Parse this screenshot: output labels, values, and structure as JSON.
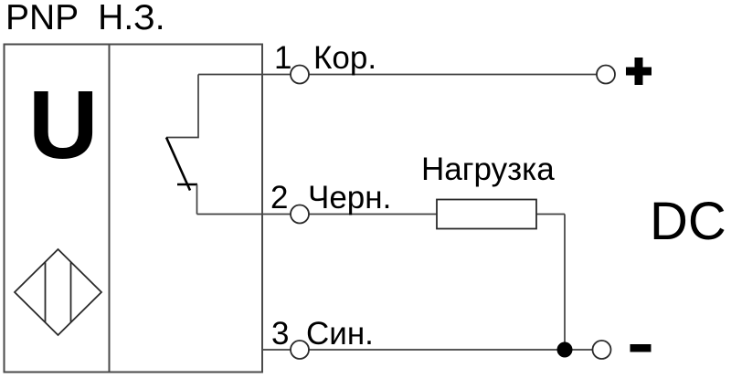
{
  "diagram": {
    "title": "PNP  Н.З.",
    "sensor": {
      "designator": "U",
      "body_icon": "optical-sensor-diamond",
      "contact_icon": "normally-closed-contact"
    },
    "pins": [
      {
        "number": "1",
        "wire_color": "Кор."
      },
      {
        "number": "2",
        "wire_color": "Черн."
      },
      {
        "number": "3",
        "wire_color": "Син."
      }
    ],
    "load": {
      "label": "Нагрузка"
    },
    "supply": {
      "label": "DC",
      "positive_icon": "plus",
      "negative_icon": "minus"
    },
    "style": {
      "line_color": "#3f3f3f",
      "text_color": "#000000",
      "background": "#ffffff"
    }
  }
}
